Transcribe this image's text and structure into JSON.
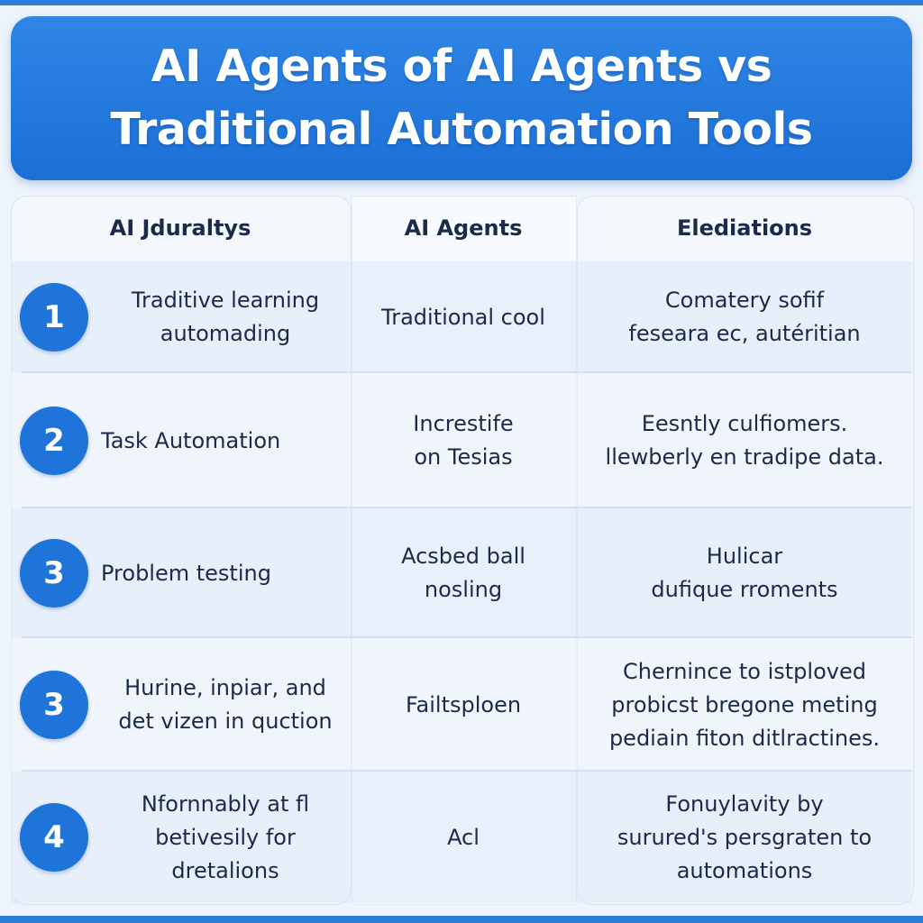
{
  "title": {
    "line1": "AI Agents of AI Agents vs",
    "line2": "Traditional Automation Tools"
  },
  "headers": [
    "AI Jduraltys",
    "AI Agents",
    "Elediations"
  ],
  "colors": {
    "accent": "#1e74d8",
    "banner": "#2f86e6",
    "text": "#1c2a4a"
  },
  "rows": [
    {
      "number": "1",
      "col1": [
        "Traditive learning",
        "automading"
      ],
      "col2": [
        "Traditional cool"
      ],
      "col3": [
        "Comatery sofif",
        "feseara ec, autéritian"
      ]
    },
    {
      "number": "2",
      "col1": [
        "Task Automation"
      ],
      "col2": [
        "Increstife",
        "on Tesias"
      ],
      "col3": [
        "Eesntly culfiomers.",
        "llewberly en tradipe data."
      ]
    },
    {
      "number": "3",
      "col1": [
        "Problem testing"
      ],
      "col2": [
        "Acsbed ball",
        "nosling"
      ],
      "col3": [
        "Hulicar",
        "dufique rroments"
      ]
    },
    {
      "number": "3",
      "col1": [
        "Hurine, inpiar, and",
        "det vizen in quction"
      ],
      "col2": [
        "Failtsploen"
      ],
      "col3": [
        "Chernince to istploved",
        "probicst bregone meting",
        "pediain fiton ditlractines."
      ]
    },
    {
      "number": "4",
      "col1": [
        "Nfornnably at fl",
        "betivesily for",
        "dretalions"
      ],
      "col2": [
        "Acl"
      ],
      "col3": [
        "Fonuylavity by",
        "surured's persgraten to",
        "automations"
      ]
    }
  ]
}
